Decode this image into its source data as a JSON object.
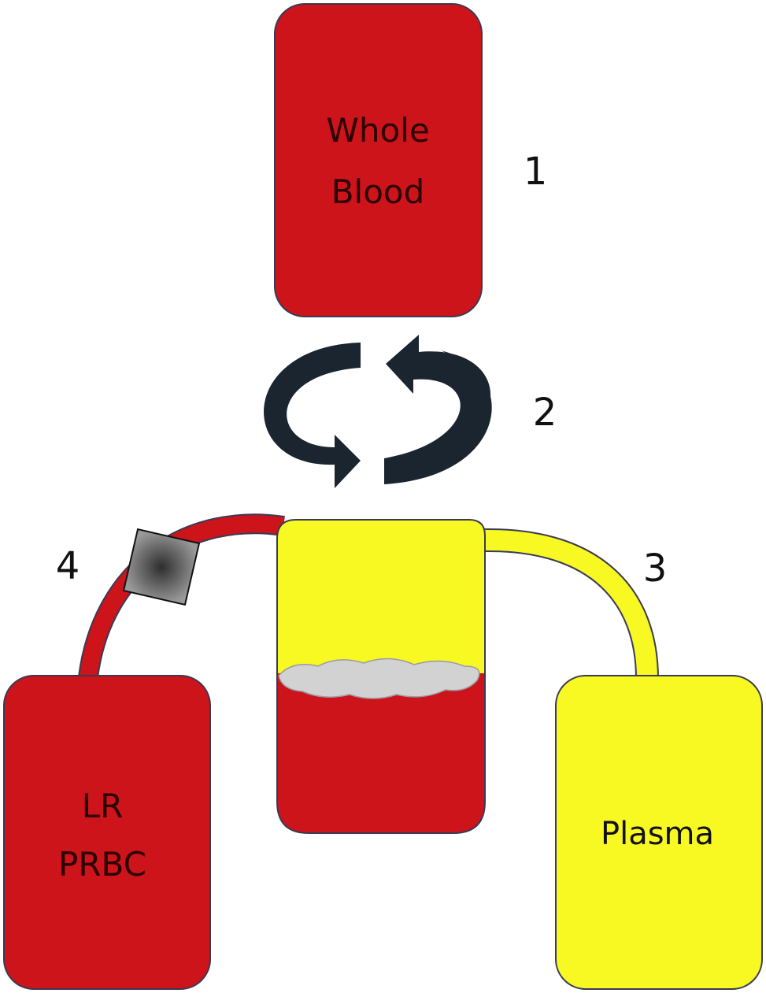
{
  "colors": {
    "blood_red": "#cc141a",
    "plasma_yellow": "#f8f822",
    "outline": "#3a3a55",
    "arrow": "#1b2530",
    "buffy_coat": "#d2d2d2",
    "filter": "#6b6b6b"
  },
  "bags": {
    "whole_blood": {
      "line1": "Whole",
      "line2": "Blood"
    },
    "prbc": {
      "line1": "LR",
      "line2": "PRBC"
    },
    "plasma": {
      "label": "Plasma"
    }
  },
  "steps": {
    "s1": "1",
    "s2": "2",
    "s3": "3",
    "s4": "4"
  },
  "icons": {
    "centrifuge": "circular-arrows-icon",
    "filter": "leukoreduction-filter-icon"
  }
}
